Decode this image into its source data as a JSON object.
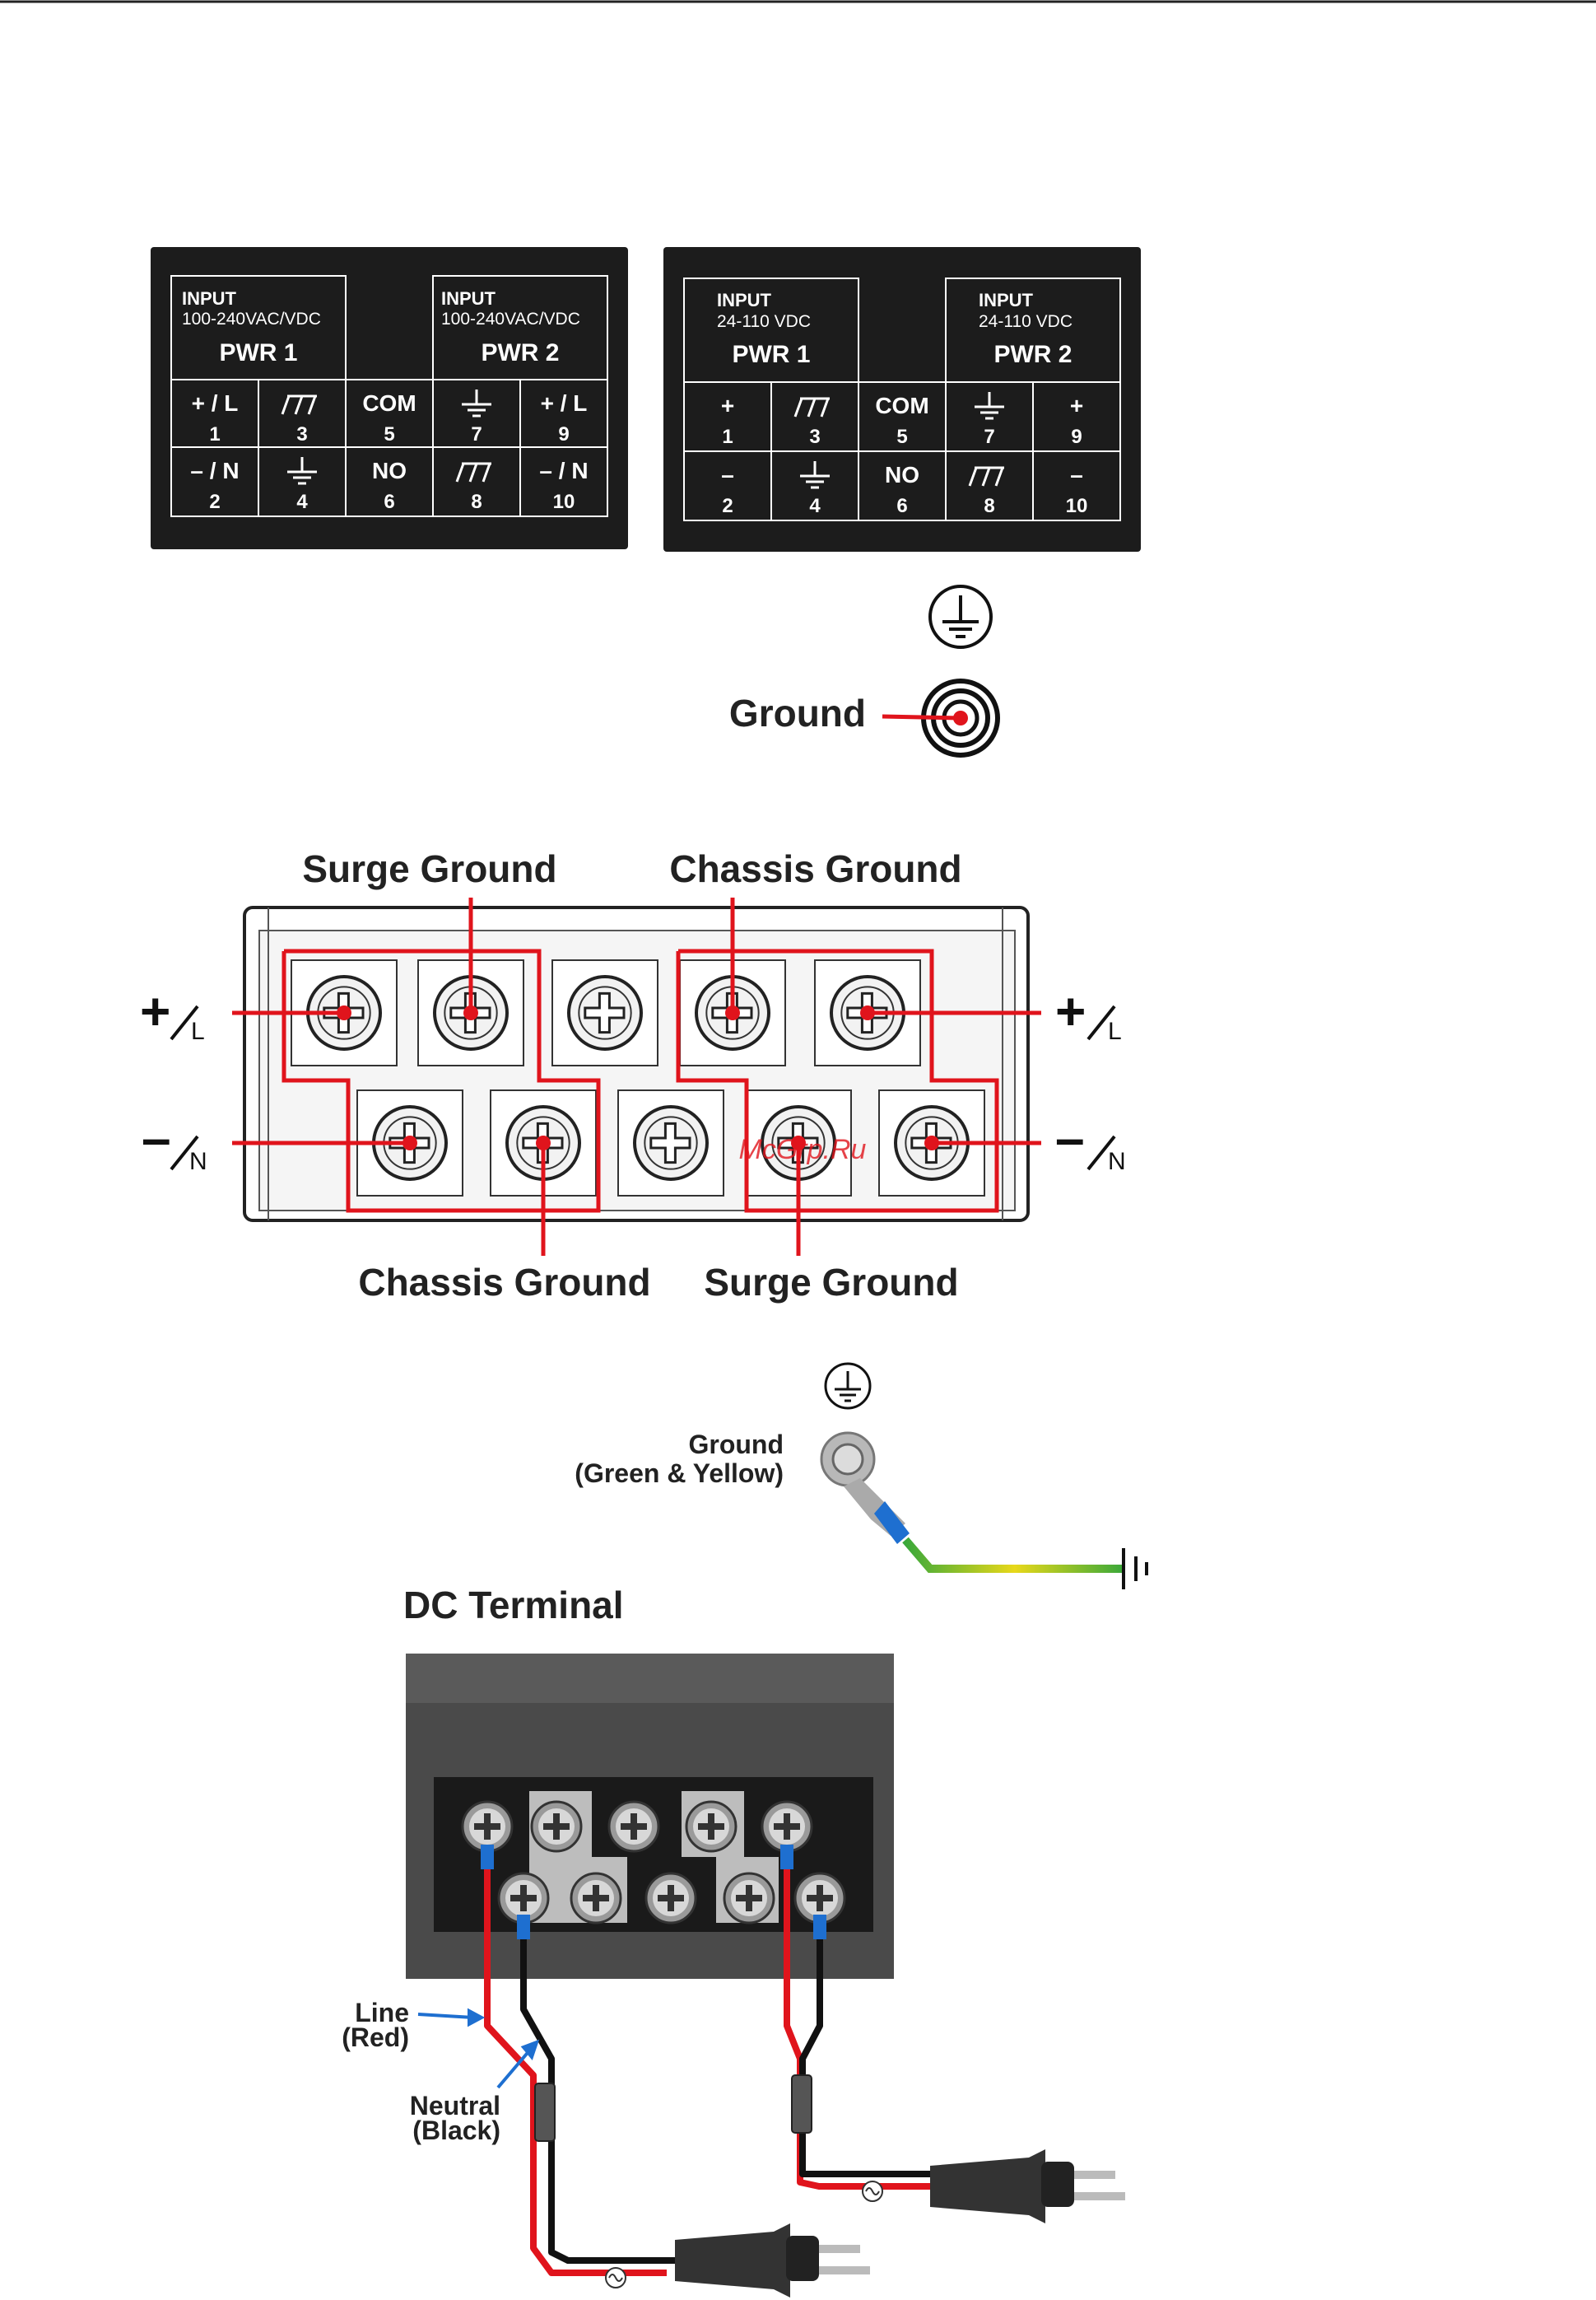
{
  "colors": {
    "label_bg": "#1c1c1c",
    "accent_red": "#e0141c",
    "terminal_gray": "#bfbfbf",
    "dc_box": "#4a4a4a",
    "wire_blue": "#1e6fd0"
  },
  "label_ac": {
    "pwr1_input": "INPUT",
    "pwr1_range": "100-240VAC/VDC",
    "pwr1_name": "PWR 1",
    "pwr2_input": "INPUT",
    "pwr2_range": "100-240VAC/VDC",
    "pwr2_name": "PWR 2",
    "cells": [
      {
        "sym": "+ / L",
        "num": "1"
      },
      {
        "sym": "",
        "num": "3",
        "icon": "surge-ground-icon"
      },
      {
        "sym": "COM",
        "num": "5"
      },
      {
        "sym": "",
        "num": "7",
        "icon": "earth-ground-icon"
      },
      {
        "sym": "+ / L",
        "num": "9"
      },
      {
        "sym": "– / N",
        "num": "2"
      },
      {
        "sym": "",
        "num": "4",
        "icon": "earth-ground-icon"
      },
      {
        "sym": "NO",
        "num": "6"
      },
      {
        "sym": "",
        "num": "8",
        "icon": "surge-ground-icon"
      },
      {
        "sym": "– / N",
        "num": "10"
      }
    ]
  },
  "label_dc": {
    "pwr1_input": "INPUT",
    "pwr1_range": "24-110 VDC",
    "pwr1_name": "PWR 1",
    "pwr2_input": "INPUT",
    "pwr2_range": "24-110 VDC",
    "pwr2_name": "PWR 2",
    "cells": [
      {
        "sym": "+",
        "num": "1"
      },
      {
        "sym": "",
        "num": "3",
        "icon": "surge-ground-icon"
      },
      {
        "sym": "COM",
        "num": "5"
      },
      {
        "sym": "",
        "num": "7",
        "icon": "earth-ground-icon"
      },
      {
        "sym": "+",
        "num": "9"
      },
      {
        "sym": "–",
        "num": "2"
      },
      {
        "sym": "",
        "num": "4",
        "icon": "earth-ground-icon"
      },
      {
        "sym": "NO",
        "num": "6"
      },
      {
        "sym": "",
        "num": "8",
        "icon": "surge-ground-icon"
      },
      {
        "sym": "–",
        "num": "10"
      }
    ]
  },
  "ground_screw": {
    "label": "Ground"
  },
  "terminal_block": {
    "top_left_label": "Surge Ground",
    "top_right_label": "Chassis Ground",
    "bottom_left_label": "Chassis Ground",
    "bottom_right_label": "Surge Ground",
    "left_plus": "+",
    "left_plus_sub": "L",
    "left_minus": "–",
    "left_minus_sub": "N",
    "right_plus": "+",
    "right_plus_sub": "L",
    "right_minus": "–",
    "right_minus_sub": "N",
    "watermark": "McGrp.Ru"
  },
  "ground_wire": {
    "label_line1": "Ground",
    "label_line2": "(Green & Yellow)"
  },
  "dc_terminal": {
    "title": "DC Terminal",
    "line_label": "Line",
    "line_sub": "(Red)",
    "neutral_label": "Neutral",
    "neutral_sub": "(Black)"
  }
}
